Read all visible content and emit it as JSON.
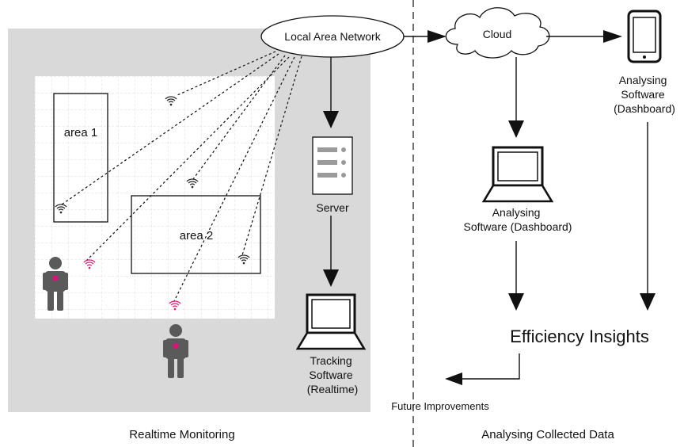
{
  "nodes": {
    "lan": "Local Area Network",
    "cloud": "Cloud",
    "server": "Server",
    "tracking_software": [
      "Tracking",
      "Software",
      "(Realtime)"
    ],
    "analysing_software_laptop": [
      "Analysing",
      "Software (Dashboard)"
    ],
    "analysing_software_tablet": [
      "Analysing",
      "Software",
      "(Dashboard)"
    ],
    "efficiency_insights": "Efficiency Insights",
    "future_improvements": "Future Improvements"
  },
  "areas": {
    "area1": "area 1",
    "area2": "area 2"
  },
  "sections": {
    "left": "Realtime Monitoring",
    "right": "Analysing Collected Data"
  },
  "colors": {
    "panel": "#d9d9d9",
    "floor": "#ffffff",
    "beacon_dark": "#222222",
    "beacon_pink": "#cc2277",
    "person": "#5a5a5a",
    "person_tag": "#e0107a"
  }
}
